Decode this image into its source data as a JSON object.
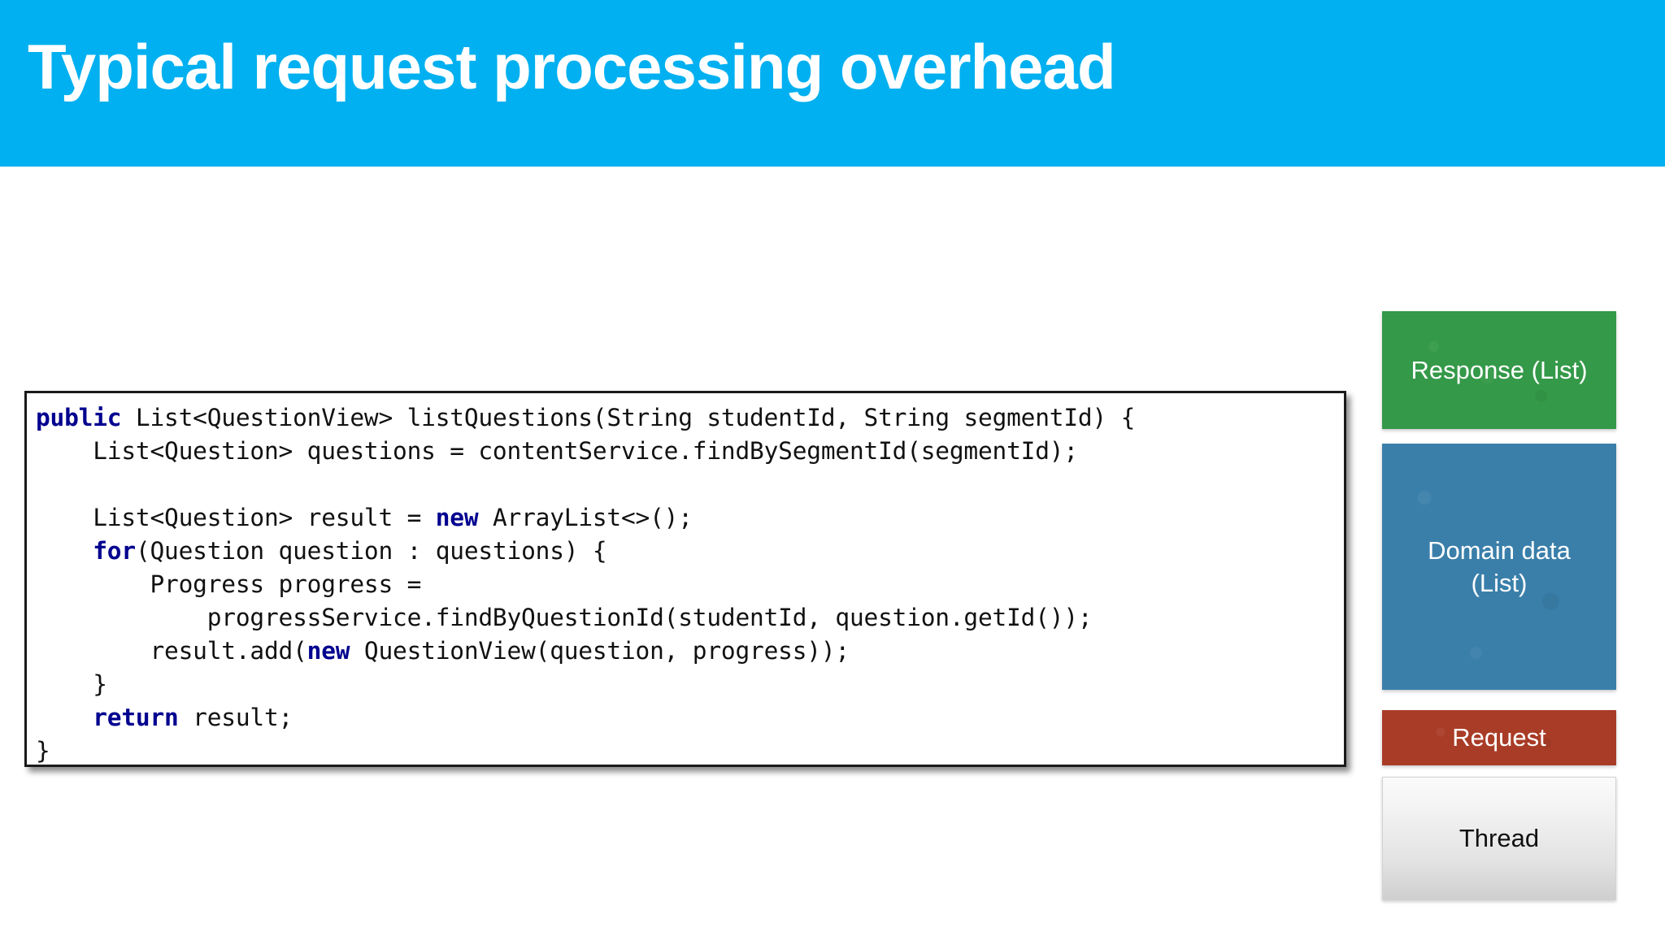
{
  "slide": {
    "title": "Typical request processing overhead",
    "banner_color": "#00b0f0",
    "background_color": "#ffffff"
  },
  "code": {
    "language": "java",
    "keyword_color": "#00008f",
    "text_color": "#111111",
    "lines": [
      "public List<QuestionView> listQuestions(String studentId, String segmentId) {",
      "    List<Question> questions = contentService.findBySegmentId(segmentId);",
      "",
      "    List<Question> result = new ArrayList<>();",
      "    for(Question question : questions) {",
      "        Progress progress =",
      "            progressService.findByQuestionId(studentId, question.getId());",
      "        result.add(new QuestionView(question, progress));",
      "    }",
      "    return result;",
      "}"
    ],
    "keywords": [
      "public",
      "new",
      "for",
      "return"
    ]
  },
  "stack": {
    "boxes": [
      {
        "label": "Response (List)",
        "color": "#349948",
        "text_color": "#ffffff"
      },
      {
        "label": "Domain data\n(List)",
        "color": "#3a7faa",
        "text_color": "#ffffff"
      },
      {
        "label": "Request",
        "color": "#a93c27",
        "text_color": "#ffffff"
      },
      {
        "label": "Thread",
        "color": "#e6e6e6",
        "text_color": "#111111"
      }
    ]
  }
}
